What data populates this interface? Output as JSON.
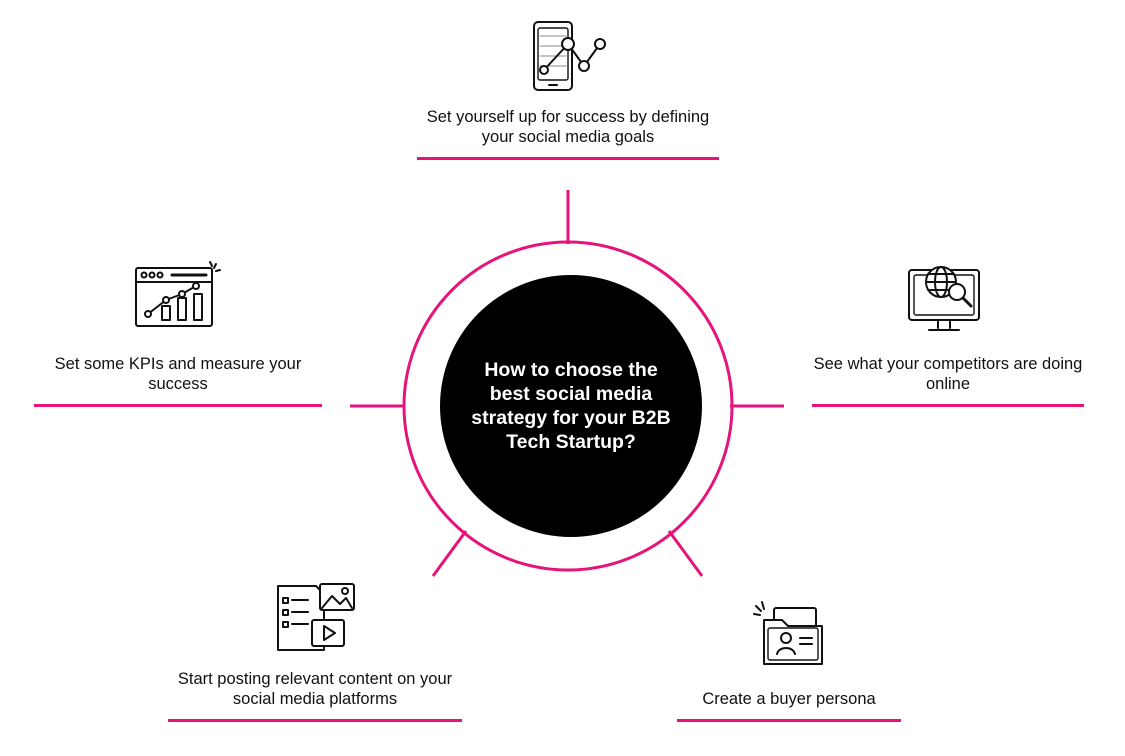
{
  "accent_color": "#e5137a",
  "center": {
    "title": "How to choose the best social media strategy for your B2B Tech Startup?"
  },
  "steps": [
    {
      "label": "Set yourself up for success by defining your social media goals",
      "icon": "phone-analytics-icon"
    },
    {
      "label": "See what your competitors are doing online",
      "icon": "monitor-globe-search-icon"
    },
    {
      "label": "Create a buyer persona",
      "icon": "folder-profile-icon"
    },
    {
      "label": "Start posting relevant content on your social media platforms",
      "icon": "documents-media-icon"
    },
    {
      "label": "Set some KPIs and measure your success",
      "icon": "browser-chart-icon"
    }
  ]
}
